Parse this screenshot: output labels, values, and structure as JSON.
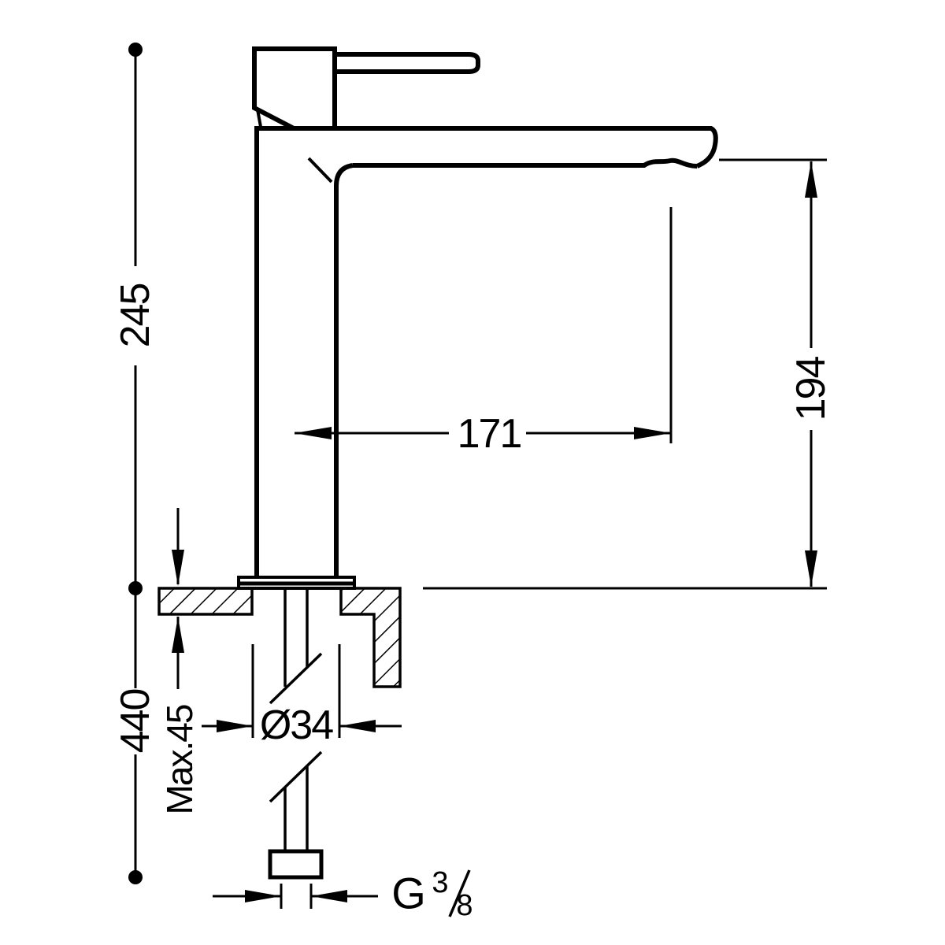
{
  "colors": {
    "ink": "#000000",
    "background": "#ffffff"
  },
  "dimensions": {
    "total_height": "245",
    "spout_reach": "171",
    "spout_height": "194",
    "below_deck_length": "440",
    "deck_thickness": "Max.45",
    "shank_diameter": "Ø34",
    "thread": {
      "letter": "G",
      "numerator": "3",
      "denominator": "8"
    }
  }
}
